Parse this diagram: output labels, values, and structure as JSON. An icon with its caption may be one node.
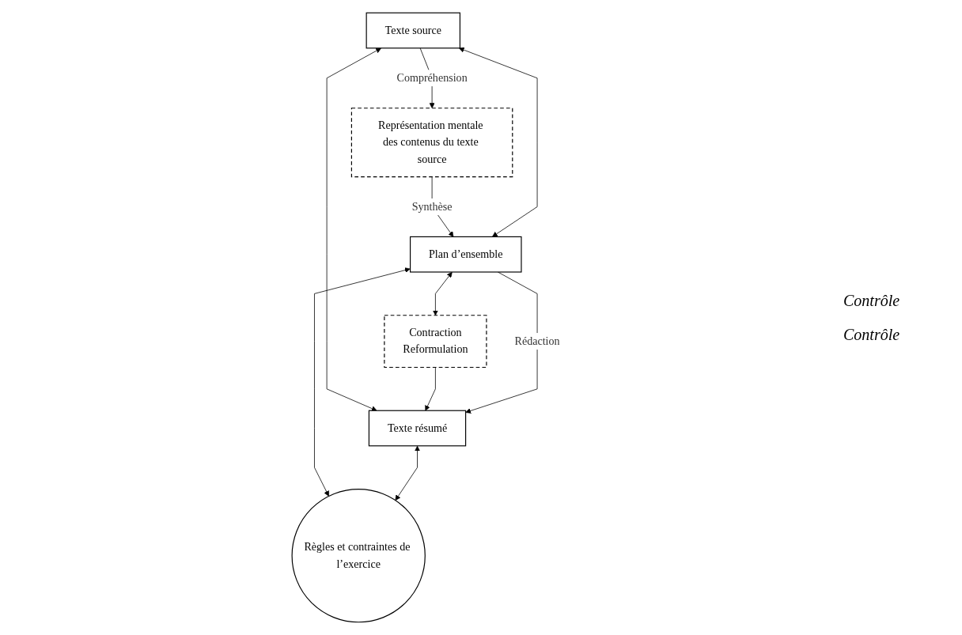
{
  "diagram": {
    "nodes": [
      {
        "text": [
          "Texte source"
        ]
      },
      {
        "text": [
          "Représentation mentale des contenus du texte source"
        ]
      },
      {
        "text": [
          "Plan d’ensemble"
        ]
      },
      {
        "text": [
          "Contraction",
          "Reformulation"
        ]
      },
      {
        "text": [
          "Texte résumé"
        ]
      },
      {
        "text": [
          "Règles et contraintes de l’exercice"
        ]
      }
    ],
    "edges": [
      {
        "from": 0,
        "to": 1,
        "arrow": "to",
        "label": "Compréhension"
      },
      {
        "from": 1,
        "to": 2,
        "arrow": "to",
        "label": "Synthèse"
      },
      {
        "from": 2,
        "to": 0,
        "arrow": "both"
      },
      {
        "from": 0,
        "to": 4,
        "arrow": "both"
      },
      {
        "from": 2,
        "to": 3,
        "arrow": "both"
      },
      {
        "from": 3,
        "to": 4,
        "arrow": "to"
      },
      {
        "from": 2,
        "to": 4,
        "arrow": "to",
        "label": "Rédaction"
      },
      {
        "from": 2,
        "to": 5,
        "arrow": "both"
      },
      {
        "from": 4,
        "to": 5,
        "arrow": "both"
      }
    ],
    "labels": [
      "Contrôle",
      "Contrôle"
    ]
  }
}
